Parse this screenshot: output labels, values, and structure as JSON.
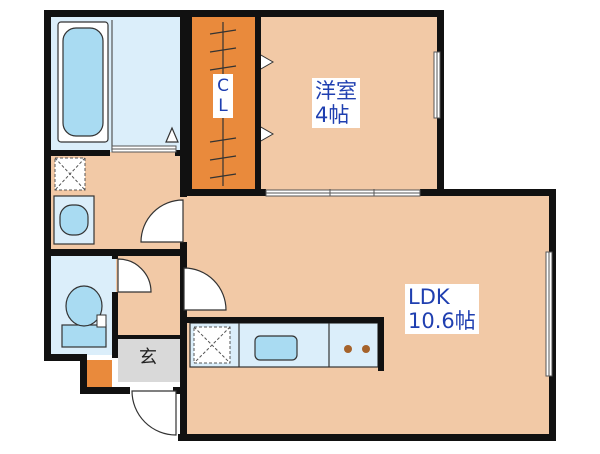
{
  "rooms": {
    "western_room": {
      "name": "洋室",
      "size": "4帖"
    },
    "ldk": {
      "name": "LDK",
      "size": "10.6帖"
    },
    "closet": {
      "line1": "C",
      "line2": "L"
    },
    "entrance": {
      "name": "玄"
    }
  },
  "colors": {
    "wall": "#111111",
    "floor": "#f2c9a6",
    "wet_area": "#dbeefa",
    "fixture": "#a9dbf2",
    "closet": "#e98a3c",
    "entrance_floor": "#d9d9d9",
    "label_text": "#1f3fb0",
    "stove_burner": "#a5622a"
  },
  "icons": [
    "bathtub-icon",
    "washbasin-icon",
    "toilet-icon",
    "kitchen-sink-icon",
    "stove-burner-icon",
    "ventilation-icon",
    "door-swing-icon"
  ]
}
